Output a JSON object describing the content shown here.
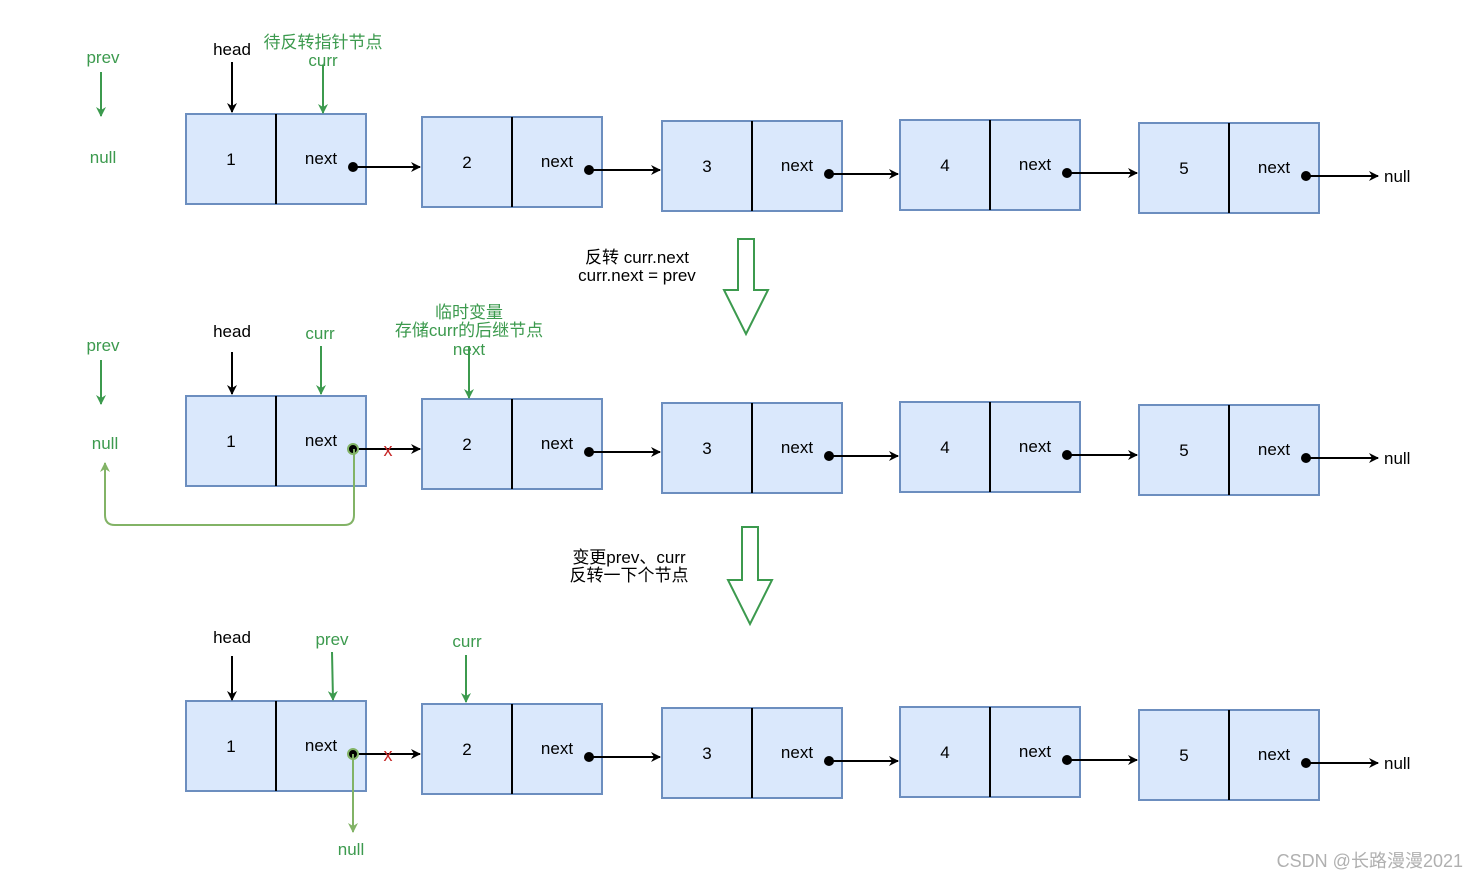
{
  "colors": {
    "node_fill": "#dae8fc",
    "node_border": "#6c8ebf",
    "pointer_green": "#3c9a4e",
    "prev_link_green": "#82b366",
    "cut_red": "#c62828",
    "big_arrow_green": "#3c9a4e"
  },
  "rows": [
    {
      "nodes": [
        {
          "value": "1",
          "next_label": "next"
        },
        {
          "value": "2",
          "next_label": "next"
        },
        {
          "value": "3",
          "next_label": "next"
        },
        {
          "value": "4",
          "next_label": "next"
        },
        {
          "value": "5",
          "next_label": "next"
        }
      ],
      "tail_null": "null",
      "labels": {
        "prev": "prev",
        "prev_null": "null",
        "head": "head",
        "curr_note": "待反转指针节点",
        "curr": "curr"
      }
    },
    {
      "nodes": [
        {
          "value": "1",
          "next_label": "next"
        },
        {
          "value": "2",
          "next_label": "next"
        },
        {
          "value": "3",
          "next_label": "next"
        },
        {
          "value": "4",
          "next_label": "next"
        },
        {
          "value": "5",
          "next_label": "next"
        }
      ],
      "tail_null": "null",
      "cut_mark": "x",
      "labels": {
        "prev": "prev",
        "prev_null": "null",
        "head": "head",
        "curr": "curr",
        "next_note_1": "临时变量",
        "next_note_2": "存储curr的后继节点",
        "next": "next"
      }
    },
    {
      "nodes": [
        {
          "value": "1",
          "next_label": "next"
        },
        {
          "value": "2",
          "next_label": "next"
        },
        {
          "value": "3",
          "next_label": "next"
        },
        {
          "value": "4",
          "next_label": "next"
        },
        {
          "value": "5",
          "next_label": "next"
        }
      ],
      "tail_null": "null",
      "cut_mark": "x",
      "labels": {
        "head": "head",
        "prev": "prev",
        "curr": "curr",
        "node1_null": "null"
      }
    }
  ],
  "steps": [
    {
      "line1": "反转 curr.next",
      "line2": "curr.next = prev"
    },
    {
      "line1": "变更prev、curr",
      "line2": "反转一下个节点"
    }
  ],
  "watermark": "CSDN @长路漫漫2021"
}
